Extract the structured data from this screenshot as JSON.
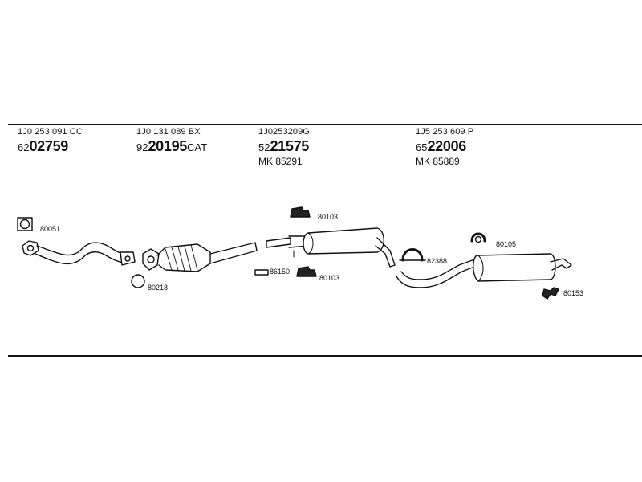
{
  "parts": [
    {
      "oem": "1J0 253 091 CC",
      "ref_prefix": "62",
      "ref_main": "02759",
      "ref_suffix": "",
      "mk": ""
    },
    {
      "oem": "1J0 131 089 BX",
      "ref_prefix": "92",
      "ref_main": "20195",
      "ref_suffix": "CAT",
      "mk": ""
    },
    {
      "oem": "1J0253209G",
      "ref_prefix": "52",
      "ref_main": "21575",
      "ref_suffix": "",
      "mk": "MK 85291"
    },
    {
      "oem": "1J5 253 609 P",
      "ref_prefix": "65",
      "ref_main": "22006",
      "ref_suffix": "",
      "mk": "MK 85889"
    }
  ],
  "accessories": [
    {
      "id": "80051"
    },
    {
      "id": "80218"
    },
    {
      "id": "80103"
    },
    {
      "id": "86150"
    },
    {
      "id": "80103"
    },
    {
      "id": "82388"
    },
    {
      "id": "80105"
    },
    {
      "id": "80153"
    }
  ]
}
